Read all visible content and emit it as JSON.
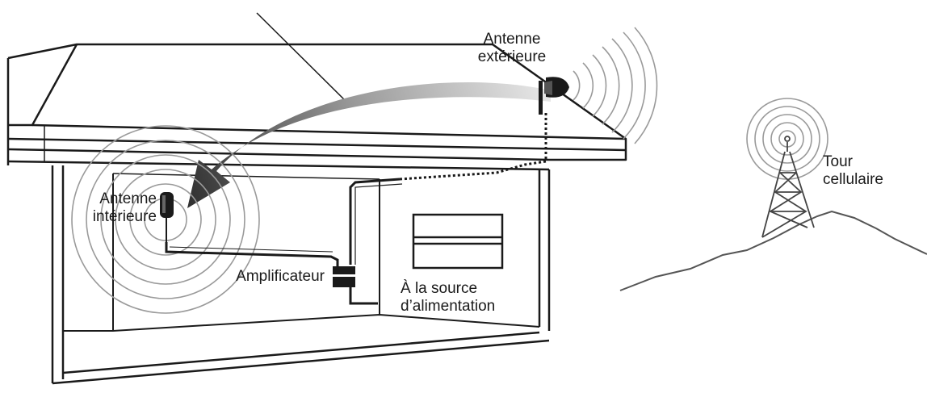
{
  "labels": {
    "outdoor_antenna": {
      "line1": "Antenne",
      "line2": "extérieure"
    },
    "indoor_antenna": {
      "line1": "Antenne",
      "line2": "intérieure"
    },
    "amplifier": "Amplificateur",
    "power_source": {
      "line1": "À la source",
      "line2": "d’alimentation"
    },
    "cell_tower": {
      "line1": "Tour",
      "line2": "cellulaire"
    }
  },
  "colors": {
    "line": "#1a1a1a",
    "arrow_dark": "#3c3c3c",
    "arrow_light": "#d9d9d9",
    "waves": "#9a9a9a"
  },
  "icons": [
    "outdoor-antenna-icon",
    "indoor-antenna-icon",
    "amplifier-icon",
    "cell-tower-icon",
    "signal-arrow-icon"
  ]
}
